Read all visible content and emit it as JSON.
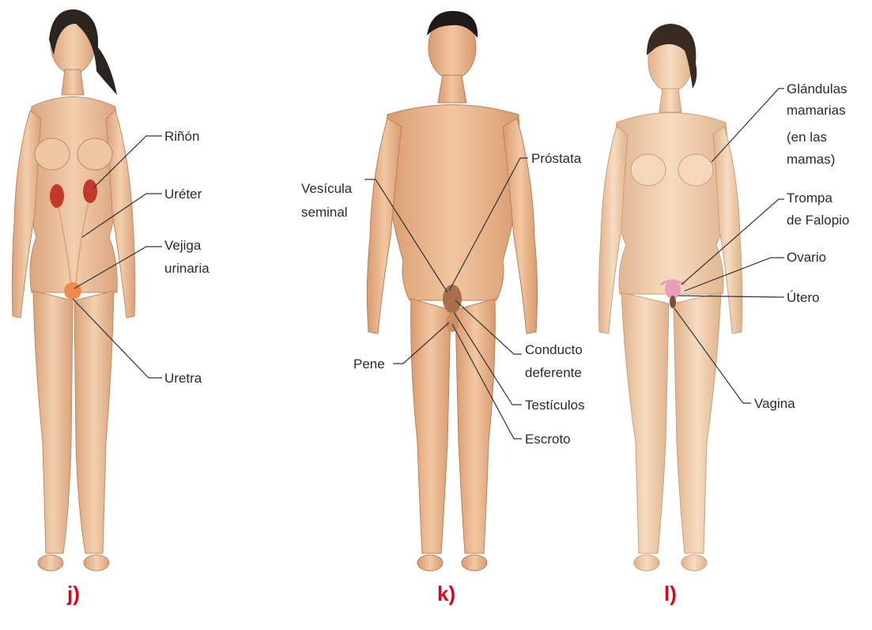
{
  "panels": [
    {
      "caption": "j)",
      "labels": {
        "rinon": "Riñón",
        "ureter": "Uréter",
        "vejiga_1": "Vejiga",
        "vejiga_2": "urinaria",
        "uretra": "Uretra"
      }
    },
    {
      "caption": "k)",
      "labels": {
        "vesicula_1": "Vesícula",
        "vesicula_2": "seminal",
        "prostata": "Próstata",
        "pene": "Pene",
        "conducto_1": "Conducto",
        "conducto_2": "deferente",
        "testiculos": "Testículos",
        "escroto": "Escroto"
      }
    },
    {
      "caption": "l)",
      "labels": {
        "glandulas_1": "Glándulas",
        "glandulas_2": "mamarias",
        "glandulas_3": "(en las",
        "glandulas_4": "mamas)",
        "trompa_1": "Trompa",
        "trompa_2": "de Falopio",
        "ovario": "Ovario",
        "utero": "Útero",
        "vagina": "Vagina"
      }
    }
  ],
  "colors": {
    "skin": "#f2c9a3",
    "skin_shadow": "#d9a27a",
    "organ_red": "#c0392b",
    "bladder": "#f08a4b",
    "caption": "#e0001b",
    "leader_line": "#333333"
  }
}
